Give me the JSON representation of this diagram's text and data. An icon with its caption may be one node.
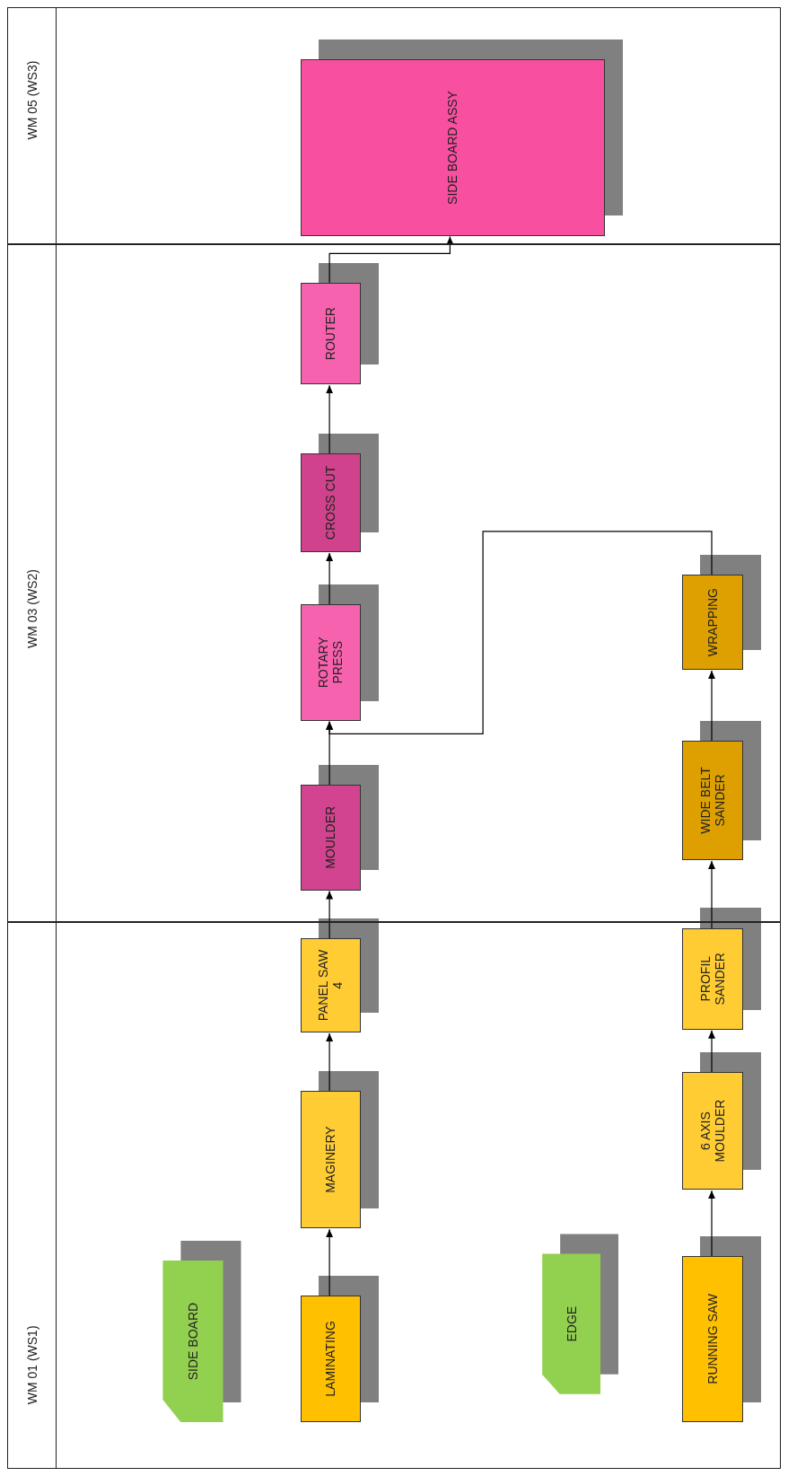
{
  "diagram": {
    "nodes": [
      {
        "text": [
          "WM 01 (WS1)"
        ]
      },
      {
        "text": [
          "WM 03 (WS2)"
        ]
      },
      {
        "text": [
          "WM 05 (WS3)"
        ]
      },
      {
        "text": [
          "SIDE BOARD"
        ],
        "in": 0
      },
      {
        "text": [
          "LAMINATING"
        ],
        "in": 0
      },
      {
        "text": [
          "MAGINERY"
        ],
        "in": 0
      },
      {
        "text": [
          "PANEL SAW 4"
        ],
        "in": 0
      },
      {
        "text": [
          "MOULDER"
        ],
        "in": 1
      },
      {
        "text": [
          "ROTARY PRESS"
        ],
        "in": 1
      },
      {
        "text": [
          "CROSS CUT"
        ],
        "in": 1
      },
      {
        "text": [
          "ROUTER"
        ],
        "in": 1
      },
      {
        "text": [
          "SIDE BOARD ASSY"
        ],
        "in": 2
      },
      {
        "text": [
          "EDGE"
        ],
        "in": 0
      },
      {
        "text": [
          "RUNNING SAW"
        ],
        "in": 0
      },
      {
        "text": [
          "6 AXIS MOULDER"
        ],
        "in": 0
      },
      {
        "text": [
          "PROFIL SANDER"
        ],
        "in": 0
      },
      {
        "text": [
          "WIDE BELT SANDER"
        ],
        "in": 1
      },
      {
        "text": [
          "WRAPPING"
        ],
        "in": 1
      }
    ],
    "edges": [
      {
        "from": 4,
        "to": 5,
        "arrow": "to"
      },
      {
        "from": 5,
        "to": 6,
        "arrow": "to"
      },
      {
        "from": 6,
        "to": 7,
        "arrow": "to"
      },
      {
        "from": 7,
        "to": 8,
        "arrow": "to"
      },
      {
        "from": 8,
        "to": 9,
        "arrow": "to"
      },
      {
        "from": 9,
        "to": 10,
        "arrow": "to"
      },
      {
        "from": 10,
        "to": 11,
        "arrow": "to"
      },
      {
        "from": 13,
        "to": 14,
        "arrow": "to"
      },
      {
        "from": 14,
        "to": 15,
        "arrow": "to"
      },
      {
        "from": 15,
        "to": 16,
        "arrow": "to"
      },
      {
        "from": 16,
        "to": 17,
        "arrow": "to"
      },
      {
        "from": 17,
        "to": 8,
        "arrow": "to"
      }
    ]
  }
}
